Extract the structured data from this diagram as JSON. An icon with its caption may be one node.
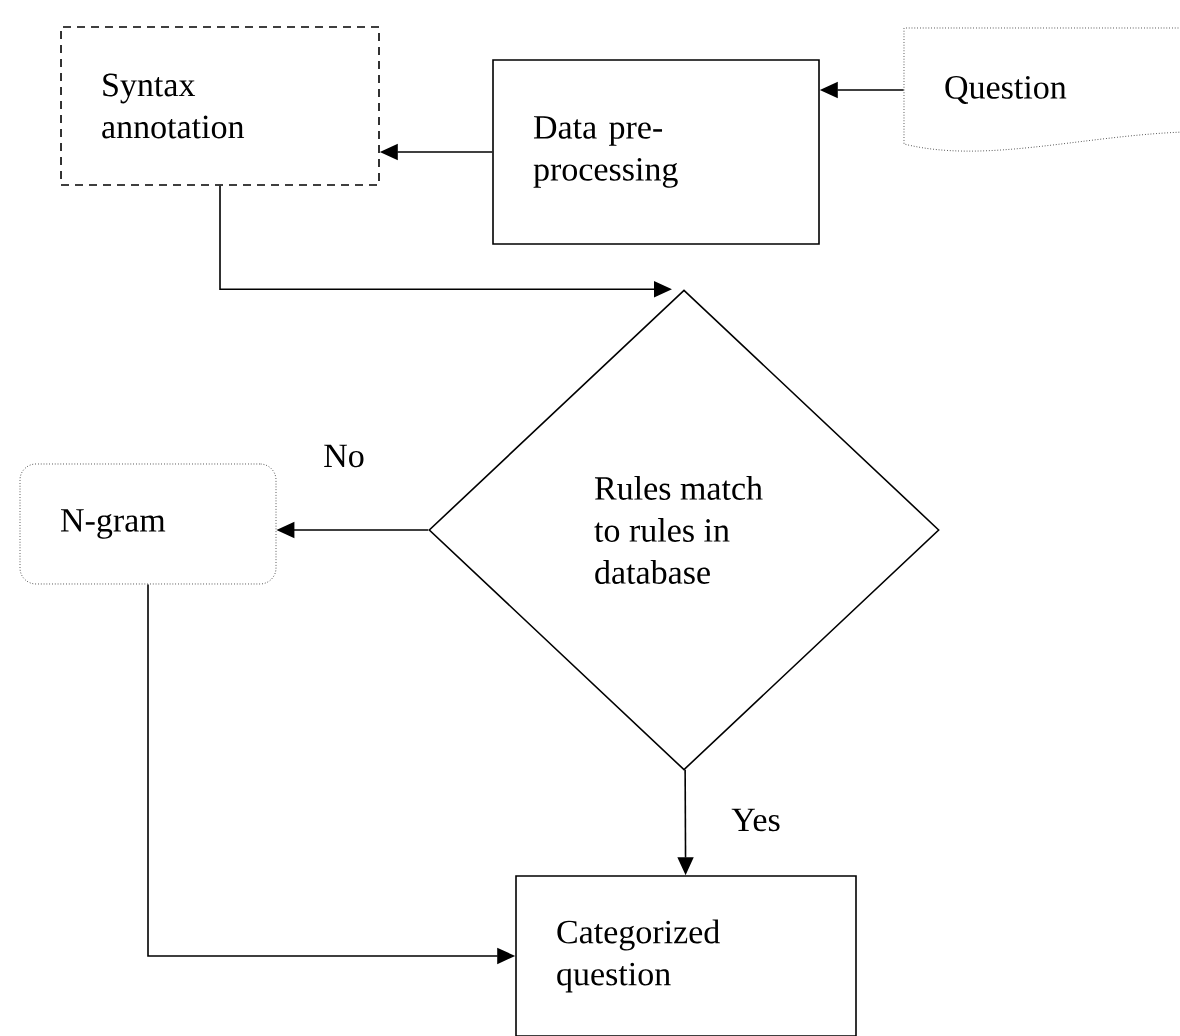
{
  "diagram": {
    "nodes": [
      {
        "text": [
          "Syntax annotation"
        ]
      },
      {
        "text": [
          "Data pre-processing"
        ]
      },
      {
        "text": [
          "Question"
        ]
      },
      {
        "text": [
          "Rules match to rules in database"
        ]
      },
      {
        "text": [
          "N-gram"
        ]
      },
      {
        "text": [
          "Categorized question"
        ]
      }
    ],
    "edges": [
      {
        "from": 2,
        "to": 1,
        "arrow": "to"
      },
      {
        "from": 1,
        "to": 0,
        "arrow": "to"
      },
      {
        "from": 0,
        "to": 3,
        "arrow": "to"
      },
      {
        "from": 3,
        "to": 4,
        "arrow": "to",
        "label": "No"
      },
      {
        "from": 3,
        "to": 5,
        "arrow": "to",
        "label": "Yes"
      },
      {
        "from": 4,
        "to": 5,
        "arrow": "to"
      }
    ]
  }
}
